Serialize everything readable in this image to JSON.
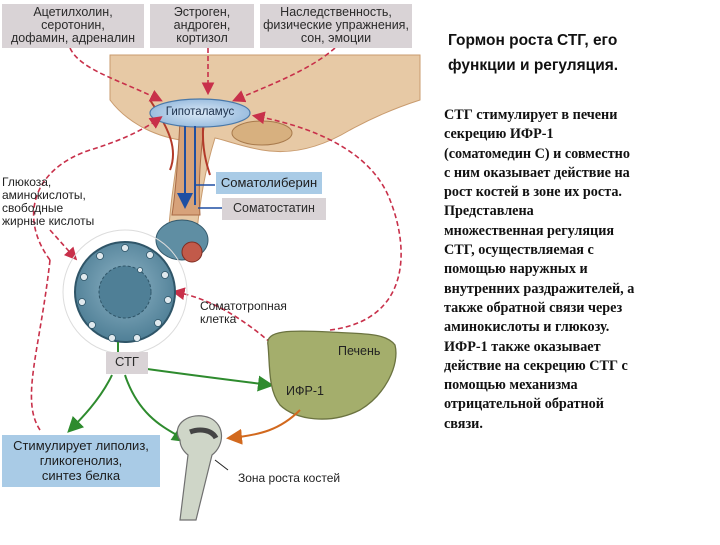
{
  "title_lines": [
    "Гормон роста СТГ, его",
    "функции и регуляция."
  ],
  "body_lines": [
    "СТГ стимулирует в печени",
    "секрецию ИФР-1",
    "(соматомедин С) и совместно",
    "с ним оказывает действие на",
    "рост костей в зоне их роста.",
    "Представлена",
    "множественная регуляция",
    "СТГ, осуществляемая с",
    "помощью наружных и",
    "внутренних раздражителей, а",
    "также обратной связи через",
    "аминокислоты и глюкозу.",
    "ИФР-1 также оказывает",
    "действие на секрецию СТГ с",
    "помощью механизма",
    "отрицательной обратной",
    "связи."
  ],
  "diagram": {
    "top_box_1": [
      "Ацетилхолин,",
      "серотонин,",
      "дофамин, адреналин"
    ],
    "top_box_2": [
      "Эстроген,",
      "андроген,",
      "кортизол"
    ],
    "top_box_3": [
      "Наследственность,",
      "физические упражнения,",
      "сон, эмоции"
    ],
    "hypothalamus": "Гипоталамус",
    "somatoliberin": "Соматолиберин",
    "somatostatin": "Соматостатин",
    "nutrients": [
      "Глюкоза,",
      "аминокислоты,",
      "свободные",
      "жирные кислоты"
    ],
    "cell_label": [
      "Соматотропная",
      "клетка"
    ],
    "stg": "СТГ",
    "liver": "Печень",
    "igf": "ИФР-1",
    "stimulates": [
      "Стимулирует липолиз,",
      "гликогенолиз,",
      "синтез белка"
    ],
    "growth_zone": "Зона роста костей"
  },
  "colors": {
    "dashed_red": "#c8304a",
    "green_arrow": "#2e8b2e",
    "orange_arrow": "#d2691e",
    "blue_box": "#a9cbe6",
    "grey_box": "#d9d3d6",
    "tissue": "#e7c9a5",
    "liver": "#a4ae6c",
    "cell": "#5f8ea3"
  }
}
